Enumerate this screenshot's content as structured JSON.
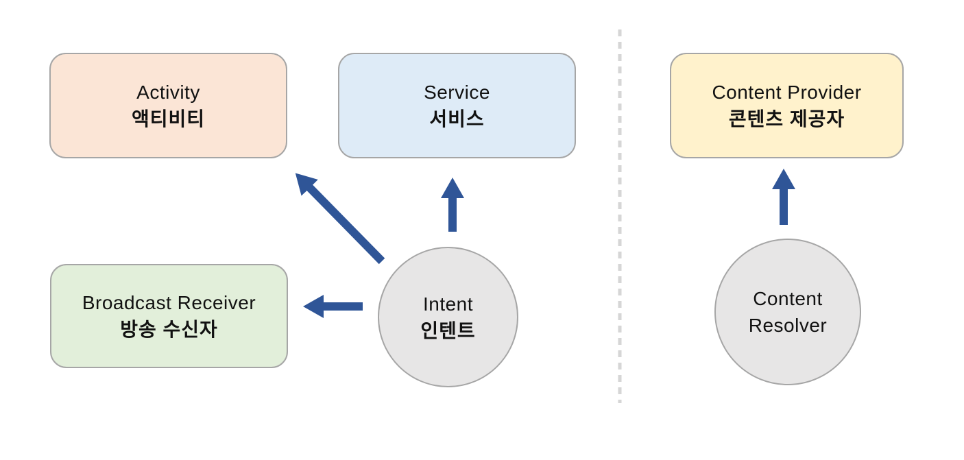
{
  "diagram": {
    "boxes": [
      {
        "id": "activity",
        "title": "Activity",
        "subtitle": "액티비티",
        "fill": "#FBE5D6"
      },
      {
        "id": "service",
        "title": "Service",
        "subtitle": "서비스",
        "fill": "#DEEBF7"
      },
      {
        "id": "content-provider",
        "title": "Content Provider",
        "subtitle": "콘텐츠 제공자",
        "fill": "#FFF2CC"
      },
      {
        "id": "broadcast-receiver",
        "title": "Broadcast Receiver",
        "subtitle": "방송 수신자",
        "fill": "#E2EFDA"
      }
    ],
    "circles": [
      {
        "id": "intent",
        "line1": "Intent",
        "line2": "인텐트",
        "fill": "#E7E6E6"
      },
      {
        "id": "content-resolver",
        "line1": "Content",
        "line2": "Resolver",
        "fill": "#E7E6E6"
      }
    ],
    "connections": [
      {
        "from": "intent",
        "to": "activity"
      },
      {
        "from": "intent",
        "to": "service"
      },
      {
        "from": "intent",
        "to": "broadcast-receiver"
      },
      {
        "from": "content-resolver",
        "to": "content-provider"
      }
    ],
    "colors": {
      "arrow": "#2F5597",
      "box_border": "#A6A6A6",
      "circle_border": "#A6A6A6",
      "divider": "#D6D6D6",
      "text": "#111111",
      "background": "#FFFFFF"
    }
  }
}
